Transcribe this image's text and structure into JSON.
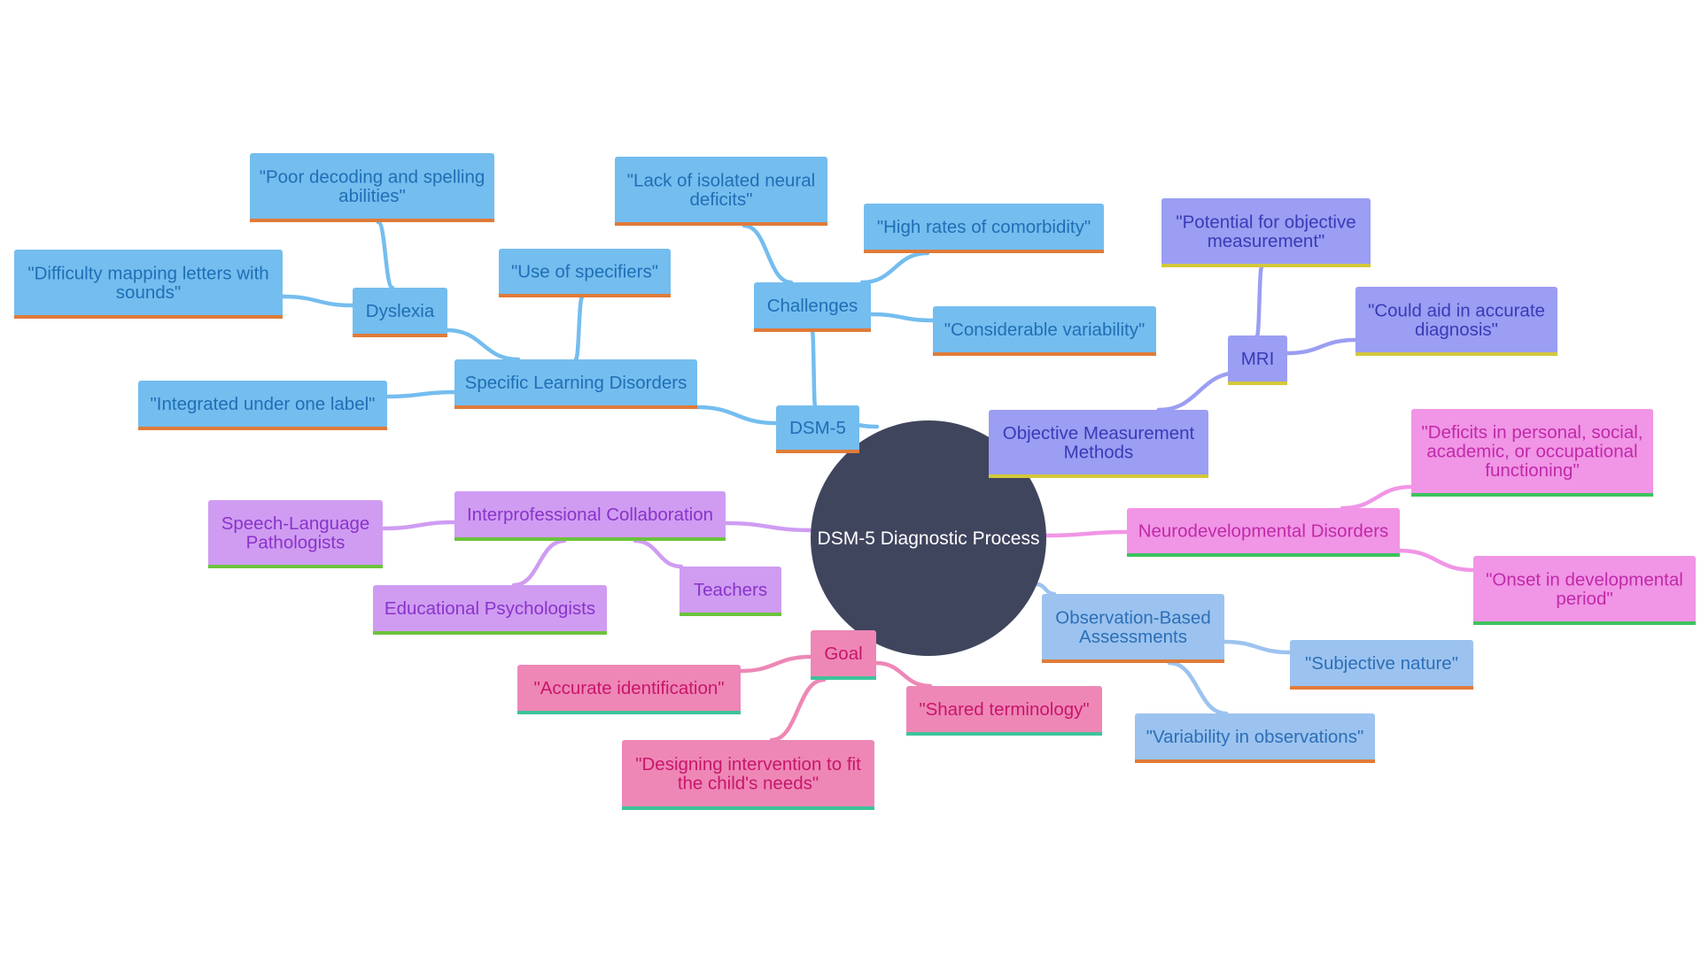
{
  "root": {
    "label": "DSM-5 Diagnostic Process"
  },
  "palette": {
    "root_fill": "#40455e",
    "blue_fill": "#74bdef",
    "blue_text": "#1f6fb5",
    "blue_underline": "#e07b39",
    "blue_edge": "#74bdef",
    "periwinkle_fill": "#9b9ef2",
    "periwinkle_text": "#3a3ab8",
    "periwinkle_underline": "#d4c83a",
    "periwinkle_edge": "#9b9ef2",
    "pink_fill": "#f195e6",
    "pink_text": "#c02aa8",
    "pink_underline": "#3cc35e",
    "pink_edge": "#f195e6",
    "lightblue_fill": "#9cc3ef",
    "lightblue_text": "#2c6fb8",
    "lightblue_underline": "#e07b39",
    "lightblue_edge": "#9cc3ef",
    "rose_fill": "#ee87b6",
    "rose_text": "#c8166a",
    "rose_underline": "#3cc39a",
    "rose_edge": "#ee87b6",
    "lavender_fill": "#cf9cf2",
    "lavender_text": "#8a33c9",
    "lavender_underline": "#6cc33c",
    "lavender_edge": "#cf9cf2"
  },
  "nodes": [
    {
      "id": "dsm5",
      "lines": [
        "DSM-5"
      ],
      "theme": "blue"
    },
    {
      "id": "sld",
      "lines": [
        "Specific Learning Disorders"
      ],
      "theme": "blue"
    },
    {
      "id": "dyslexia",
      "lines": [
        "Dyslexia"
      ],
      "theme": "blue"
    },
    {
      "id": "poor",
      "lines": [
        "\"Poor decoding and spelling",
        "abilities\""
      ],
      "theme": "blue"
    },
    {
      "id": "difficulty",
      "lines": [
        "\"Difficulty mapping letters with",
        "sounds\""
      ],
      "theme": "blue"
    },
    {
      "id": "specifiers",
      "lines": [
        "\"Use of specifiers\""
      ],
      "theme": "blue"
    },
    {
      "id": "integrated",
      "lines": [
        "\"Integrated under one label\""
      ],
      "theme": "blue"
    },
    {
      "id": "challenges",
      "lines": [
        "Challenges"
      ],
      "theme": "blue"
    },
    {
      "id": "lack",
      "lines": [
        "\"Lack of isolated neural",
        "deficits\""
      ],
      "theme": "blue"
    },
    {
      "id": "comorbidity",
      "lines": [
        "\"High rates of comorbidity\""
      ],
      "theme": "blue"
    },
    {
      "id": "variability",
      "lines": [
        "\"Considerable variability\""
      ],
      "theme": "blue"
    },
    {
      "id": "omm",
      "lines": [
        "Objective Measurement",
        "Methods"
      ],
      "theme": "periwinkle"
    },
    {
      "id": "mri",
      "lines": [
        "MRI"
      ],
      "theme": "periwinkle"
    },
    {
      "id": "potential",
      "lines": [
        "\"Potential for objective",
        "measurement\""
      ],
      "theme": "periwinkle"
    },
    {
      "id": "aid",
      "lines": [
        "\"Could aid in accurate",
        "diagnosis\""
      ],
      "theme": "periwinkle"
    },
    {
      "id": "ndd",
      "lines": [
        "Neurodevelopmental Disorders"
      ],
      "theme": "pink"
    },
    {
      "id": "deficits",
      "lines": [
        "\"Deficits in personal, social,",
        "academic, or occupational",
        "functioning\""
      ],
      "theme": "pink"
    },
    {
      "id": "onset",
      "lines": [
        "\"Onset in developmental",
        "period\""
      ],
      "theme": "pink"
    },
    {
      "id": "oba",
      "lines": [
        "Observation-Based",
        "Assessments"
      ],
      "theme": "lightblue"
    },
    {
      "id": "subjective",
      "lines": [
        "\"Subjective nature\""
      ],
      "theme": "lightblue"
    },
    {
      "id": "varobs",
      "lines": [
        "\"Variability in observations\""
      ],
      "theme": "lightblue"
    },
    {
      "id": "goal",
      "lines": [
        "Goal"
      ],
      "theme": "rose"
    },
    {
      "id": "accurate",
      "lines": [
        "\"Accurate identification\""
      ],
      "theme": "rose"
    },
    {
      "id": "shared",
      "lines": [
        "\"Shared terminology\""
      ],
      "theme": "rose"
    },
    {
      "id": "designing",
      "lines": [
        "\"Designing intervention to fit",
        "the child's needs\""
      ],
      "theme": "rose"
    },
    {
      "id": "ipc",
      "lines": [
        "Interprofessional Collaboration"
      ],
      "theme": "lavender"
    },
    {
      "id": "slp",
      "lines": [
        "Speech-Language",
        "Pathologists"
      ],
      "theme": "lavender"
    },
    {
      "id": "edpsych",
      "lines": [
        "Educational Psychologists"
      ],
      "theme": "lavender"
    },
    {
      "id": "teachers",
      "lines": [
        "Teachers"
      ],
      "theme": "lavender"
    }
  ],
  "edges": [
    [
      "root",
      "dsm5"
    ],
    [
      "dsm5",
      "sld"
    ],
    [
      "sld",
      "dyslexia"
    ],
    [
      "dyslexia",
      "poor"
    ],
    [
      "dyslexia",
      "difficulty"
    ],
    [
      "sld",
      "specifiers"
    ],
    [
      "sld",
      "integrated"
    ],
    [
      "dsm5",
      "challenges"
    ],
    [
      "challenges",
      "lack"
    ],
    [
      "challenges",
      "comorbidity"
    ],
    [
      "challenges",
      "variability"
    ],
    [
      "root",
      "omm"
    ],
    [
      "omm",
      "mri"
    ],
    [
      "mri",
      "potential"
    ],
    [
      "mri",
      "aid"
    ],
    [
      "root",
      "ndd"
    ],
    [
      "ndd",
      "deficits"
    ],
    [
      "ndd",
      "onset"
    ],
    [
      "root",
      "oba"
    ],
    [
      "oba",
      "subjective"
    ],
    [
      "oba",
      "varobs"
    ],
    [
      "root",
      "goal"
    ],
    [
      "goal",
      "accurate"
    ],
    [
      "goal",
      "shared"
    ],
    [
      "goal",
      "designing"
    ],
    [
      "root",
      "ipc"
    ],
    [
      "ipc",
      "slp"
    ],
    [
      "ipc",
      "edpsych"
    ],
    [
      "ipc",
      "teachers"
    ]
  ]
}
